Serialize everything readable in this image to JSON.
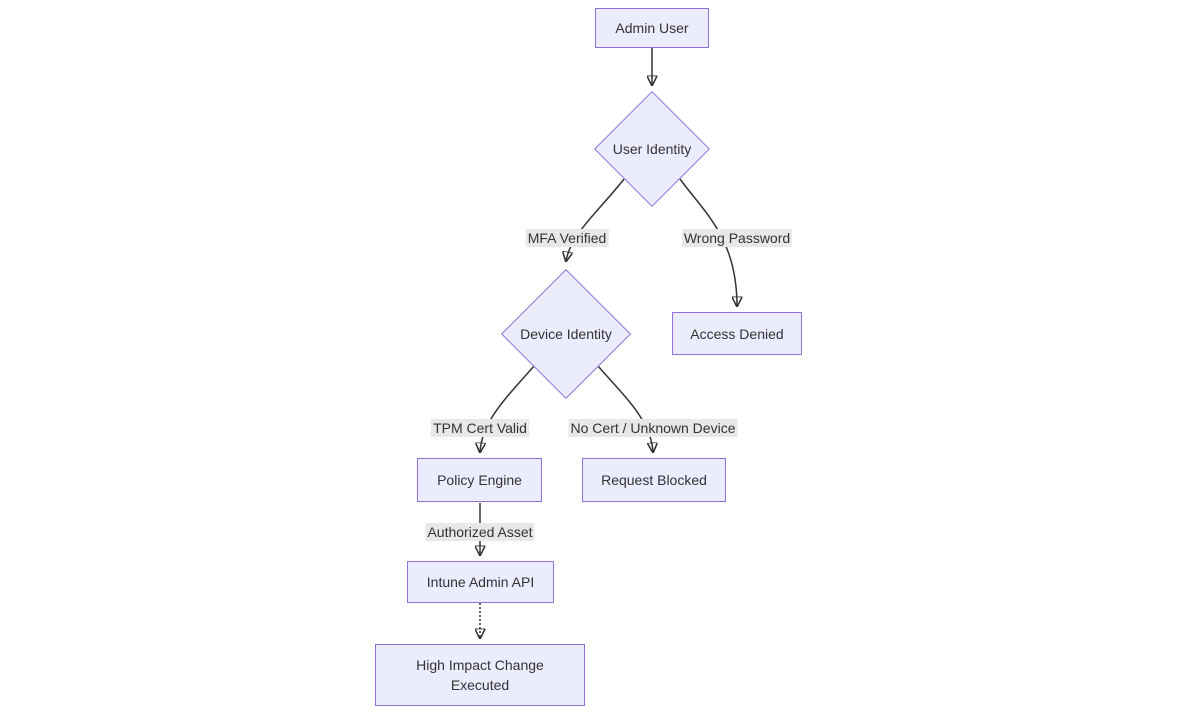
{
  "diagram": {
    "type": "flowchart",
    "direction": "top-down",
    "background": "#ffffff",
    "colors": {
      "node_fill": "#ECECFF",
      "node_border": "#9370DB",
      "edge_stroke": "#333333",
      "edge_label_bg": "#e8e8e8",
      "text": "#333333"
    },
    "nodes": {
      "admin_user": {
        "label": "Admin User",
        "shape": "rect"
      },
      "user_identity": {
        "label": "User Identity",
        "shape": "diamond"
      },
      "device_identity": {
        "label": "Device Identity",
        "shape": "diamond"
      },
      "access_denied": {
        "label": "Access Denied",
        "shape": "rect"
      },
      "policy_engine": {
        "label": "Policy Engine",
        "shape": "rect"
      },
      "request_blocked": {
        "label": "Request Blocked",
        "shape": "rect"
      },
      "intune_admin_api": {
        "label": "Intune Admin API",
        "shape": "rect"
      },
      "high_impact_change": {
        "label": "High Impact Change Executed",
        "shape": "rect"
      }
    },
    "edge_labels": {
      "mfa_verified": "MFA Verified",
      "wrong_password": "Wrong Password",
      "tpm_cert_valid": "TPM Cert Valid",
      "no_cert_unknown_device": "No Cert / Unknown Device",
      "authorized_asset": "Authorized Asset"
    },
    "edges": [
      {
        "from": "admin_user",
        "to": "user_identity",
        "label": "",
        "style": "solid"
      },
      {
        "from": "user_identity",
        "to": "device_identity",
        "label": "MFA Verified",
        "style": "solid"
      },
      {
        "from": "user_identity",
        "to": "access_denied",
        "label": "Wrong Password",
        "style": "solid"
      },
      {
        "from": "device_identity",
        "to": "policy_engine",
        "label": "TPM Cert Valid",
        "style": "solid"
      },
      {
        "from": "device_identity",
        "to": "request_blocked",
        "label": "No Cert / Unknown Device",
        "style": "solid"
      },
      {
        "from": "policy_engine",
        "to": "intune_admin_api",
        "label": "Authorized Asset",
        "style": "solid"
      },
      {
        "from": "intune_admin_api",
        "to": "high_impact_change",
        "label": "",
        "style": "dotted"
      }
    ]
  }
}
